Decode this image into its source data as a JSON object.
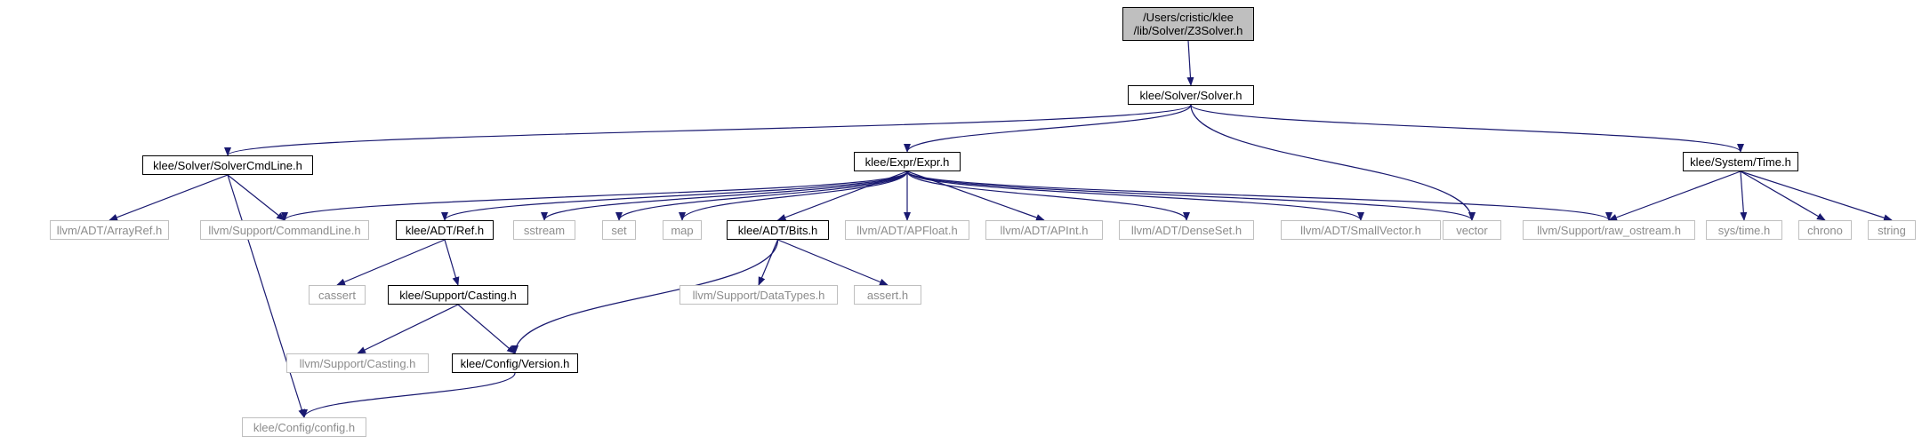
{
  "colors": {
    "edge": "#191970",
    "external_border": "#bfbfbf",
    "external_text": "#8c8c8c",
    "root_fill": "#bfbfbf",
    "internal_border": "#000000"
  },
  "nodes": [
    {
      "id": "root",
      "line1": "/Users/cristic/klee",
      "line2": "/lib/Solver/Z3Solver.h",
      "kind": "root"
    },
    {
      "id": "solver",
      "label": "klee/Solver/Solver.h",
      "kind": "internal"
    },
    {
      "id": "cmdline",
      "label": "klee/Solver/SolverCmdLine.h",
      "kind": "internal"
    },
    {
      "id": "expr",
      "label": "klee/Expr/Expr.h",
      "kind": "internal"
    },
    {
      "id": "time",
      "label": "klee/System/Time.h",
      "kind": "internal"
    },
    {
      "id": "arrayref",
      "label": "llvm/ADT/ArrayRef.h",
      "kind": "external"
    },
    {
      "id": "commandline",
      "label": "llvm/Support/CommandLine.h",
      "kind": "external"
    },
    {
      "id": "ref",
      "label": "klee/ADT/Ref.h",
      "kind": "internal"
    },
    {
      "id": "sstream",
      "label": "sstream",
      "kind": "external"
    },
    {
      "id": "set",
      "label": "set",
      "kind": "external"
    },
    {
      "id": "map",
      "label": "map",
      "kind": "external"
    },
    {
      "id": "bits",
      "label": "klee/ADT/Bits.h",
      "kind": "internal"
    },
    {
      "id": "apfloat",
      "label": "llvm/ADT/APFloat.h",
      "kind": "external"
    },
    {
      "id": "apint",
      "label": "llvm/ADT/APInt.h",
      "kind": "external"
    },
    {
      "id": "denseset",
      "label": "llvm/ADT/DenseSet.h",
      "kind": "external"
    },
    {
      "id": "smallvector",
      "label": "llvm/ADT/SmallVector.h",
      "kind": "external"
    },
    {
      "id": "vector",
      "label": "vector",
      "kind": "external"
    },
    {
      "id": "rawostream",
      "label": "llvm/Support/raw_ostream.h",
      "kind": "external"
    },
    {
      "id": "systime",
      "label": "sys/time.h",
      "kind": "external"
    },
    {
      "id": "chrono",
      "label": "chrono",
      "kind": "external"
    },
    {
      "id": "string",
      "label": "string",
      "kind": "external"
    },
    {
      "id": "cassert",
      "label": "cassert",
      "kind": "external"
    },
    {
      "id": "casting",
      "label": "klee/Support/Casting.h",
      "kind": "internal"
    },
    {
      "id": "datatypes",
      "label": "llvm/Support/DataTypes.h",
      "kind": "external"
    },
    {
      "id": "asserth",
      "label": "assert.h",
      "kind": "external"
    },
    {
      "id": "llvmcasting",
      "label": "llvm/Support/Casting.h",
      "kind": "external"
    },
    {
      "id": "version",
      "label": "klee/Config/Version.h",
      "kind": "internal"
    },
    {
      "id": "config",
      "label": "klee/Config/config.h",
      "kind": "external"
    }
  ],
  "edges": [
    [
      "root",
      "solver"
    ],
    [
      "solver",
      "cmdline"
    ],
    [
      "solver",
      "expr"
    ],
    [
      "solver",
      "time"
    ],
    [
      "solver",
      "vector"
    ],
    [
      "cmdline",
      "arrayref"
    ],
    [
      "cmdline",
      "commandline"
    ],
    [
      "cmdline",
      "config"
    ],
    [
      "expr",
      "commandline"
    ],
    [
      "expr",
      "ref"
    ],
    [
      "expr",
      "sstream"
    ],
    [
      "expr",
      "set"
    ],
    [
      "expr",
      "map"
    ],
    [
      "expr",
      "bits"
    ],
    [
      "expr",
      "apfloat"
    ],
    [
      "expr",
      "apint"
    ],
    [
      "expr",
      "denseset"
    ],
    [
      "expr",
      "smallvector"
    ],
    [
      "expr",
      "vector"
    ],
    [
      "expr",
      "rawostream"
    ],
    [
      "time",
      "rawostream"
    ],
    [
      "time",
      "systime"
    ],
    [
      "time",
      "chrono"
    ],
    [
      "time",
      "string"
    ],
    [
      "ref",
      "cassert"
    ],
    [
      "ref",
      "casting"
    ],
    [
      "bits",
      "datatypes"
    ],
    [
      "bits",
      "asserth"
    ],
    [
      "bits",
      "version"
    ],
    [
      "casting",
      "llvmcasting"
    ],
    [
      "casting",
      "version"
    ],
    [
      "version",
      "config"
    ]
  ]
}
